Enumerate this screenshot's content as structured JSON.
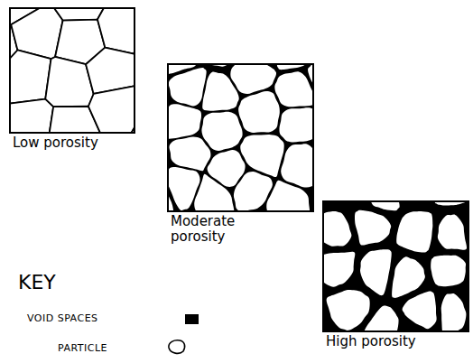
{
  "diagram": {
    "nodes": [
      {
        "text": [
          "Low porosity"
        ]
      },
      {
        "text": [
          "Moderate porosity"
        ]
      },
      {
        "text": [
          "High porosity"
        ]
      }
    ],
    "edges": [],
    "labels": [
      "KEY"
    ],
    "legend": [
      {
        "text": "VOID SPACES",
        "color": "#000000"
      },
      {
        "text": "PARTICLE"
      }
    ]
  }
}
